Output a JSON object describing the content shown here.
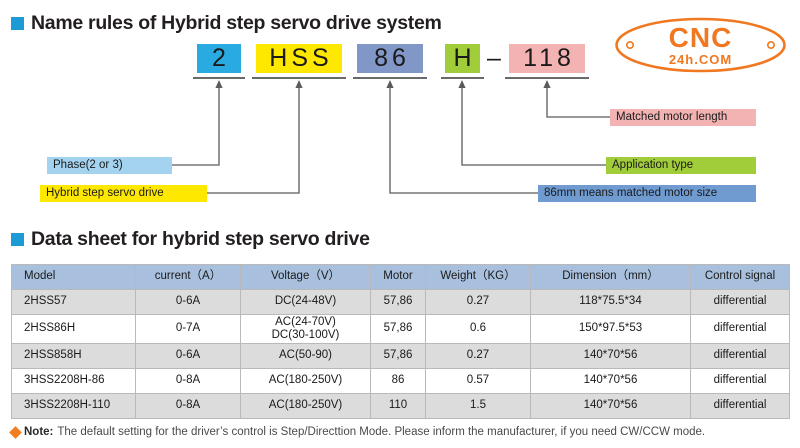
{
  "sections": {
    "name_rules": {
      "marker": "blue-square-icon",
      "title": "Name rules of Hybrid step servo drive system"
    },
    "data_sheet": {
      "marker": "blue-square-icon",
      "title": "Data sheet for hybrid step servo drive"
    }
  },
  "logo": {
    "name": "cnc24h-logo",
    "primary_text": "CNC",
    "secondary_text": "24h.COM",
    "color": "#f07820"
  },
  "model_code": {
    "segments": [
      {
        "text": "2",
        "bg": "#29abe2",
        "name": "code-segment-phase"
      },
      {
        "text": "HSS",
        "bg": "#ffe800",
        "name": "code-segment-series"
      },
      {
        "text": "86",
        "bg": "#8097c8",
        "name": "code-segment-motor-size"
      },
      {
        "text": "H",
        "bg": "#a2cd3a",
        "name": "code-segment-application"
      },
      {
        "text": "118",
        "bg": "#f3b3b3",
        "name": "code-segment-motor-length"
      }
    ],
    "separator": "–"
  },
  "callouts": [
    {
      "text": "Phase(2 or 3)",
      "bg": "#a3d3ef",
      "name": "callout-phase"
    },
    {
      "text": "Hybrid step servo drive",
      "bg": "#ffe800",
      "name": "callout-series"
    },
    {
      "text": "Matched motor length",
      "bg": "#f3b3b3",
      "name": "callout-motor-length"
    },
    {
      "text": "Application type",
      "bg": "#a2cd3a",
      "name": "callout-application-type"
    },
    {
      "text": "86mm means matched motor size",
      "bg": "#6f9bd1",
      "name": "callout-motor-size"
    }
  ],
  "table": {
    "headers": [
      "Model",
      "current（A）",
      "Voltage（V）",
      "Motor",
      "Weight（KG）",
      "Dimension（mm）",
      "Control signal"
    ],
    "rows": [
      {
        "model": "2HSS57",
        "current": "0-6A",
        "voltage": "DC(24-48V)",
        "motor": "57,86",
        "weight": "0.27",
        "dimension": "118*75.5*34",
        "control": "differential"
      },
      {
        "model": "2HSS86H",
        "current": "0-7A",
        "voltage": "AC(24-70V)\nDC(30-100V)",
        "motor": "57,86",
        "weight": "0.6",
        "dimension": "150*97.5*53",
        "control": "differential"
      },
      {
        "model": "2HSS858H",
        "current": "0-6A",
        "voltage": "AC(50-90)",
        "motor": "57,86",
        "weight": "0.27",
        "dimension": "140*70*56",
        "control": "differential"
      },
      {
        "model": "3HSS2208H-86",
        "current": "0-8A",
        "voltage": "AC(180-250V)",
        "motor": "86",
        "weight": "0.57",
        "dimension": "140*70*56",
        "control": "differential"
      },
      {
        "model": "3HSS2208H-110",
        "current": "0-8A",
        "voltage": "AC(180-250V)",
        "motor": "110",
        "weight": "1.5",
        "dimension": "140*70*56",
        "control": "differential"
      }
    ]
  },
  "note": {
    "marker": "orange-diamond-icon",
    "label": "Note:",
    "text": "The default setting for the driver’s control is Step/Directtion Mode. Please inform the manufacturer, if you need CW/CCW mode."
  }
}
